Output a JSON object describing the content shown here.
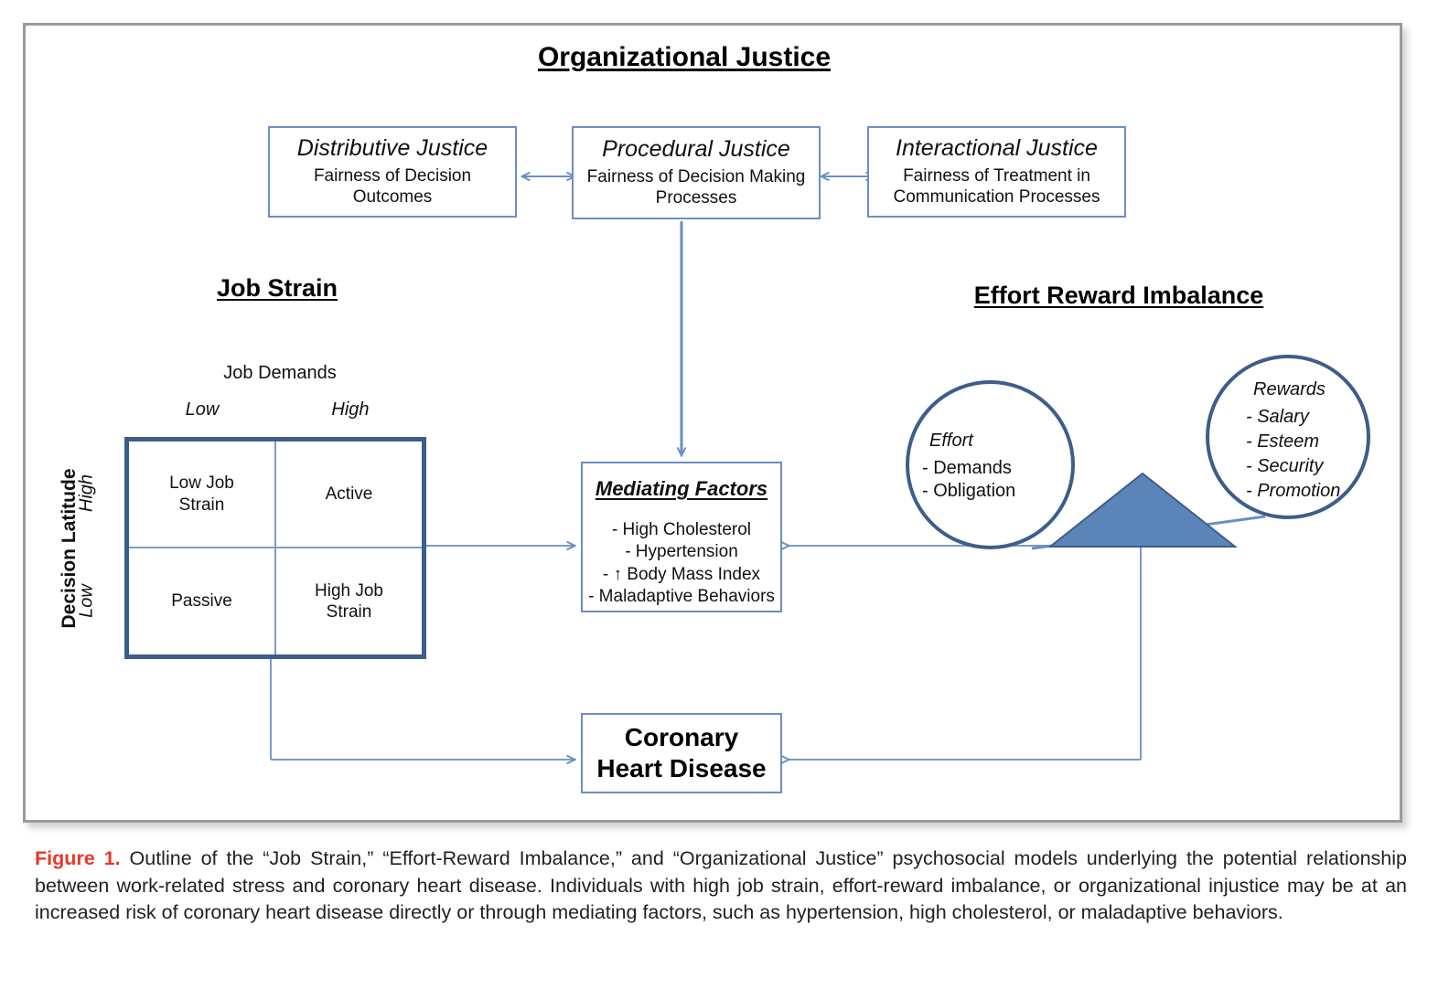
{
  "figure": {
    "caption_label": "Figure 1.",
    "caption_text": " Outline of the “Job Strain,” “Effort-Reward Imbalance,” and “Organizational Justice” psychosocial models underlying the potential relationship between work-related stress and coronary heart disease. Individuals with high job strain, effort-reward imbalance, or organizational injustice may be at an increased risk of coronary heart disease directly or through mediating factors, such as hypertension, high cholesterol, or maladaptive behaviors."
  },
  "organizational_justice": {
    "title": "Organizational Justice",
    "boxes": [
      {
        "heading": "Distributive Justice",
        "subtitle_line1": "Fairness of Decision",
        "subtitle_line2": "Outcomes"
      },
      {
        "heading": "Procedural Justice",
        "subtitle_line1": "Fairness of Decision Making",
        "subtitle_line2": "Processes"
      },
      {
        "heading": "Interactional Justice",
        "subtitle_line1": "Fairness of Treatment in",
        "subtitle_line2": "Communication Processes"
      }
    ]
  },
  "job_strain": {
    "title": "Job Strain",
    "x_axis_title": "Job Demands",
    "x_axis_labels": [
      "Low",
      "High"
    ],
    "y_axis_title": "Decision Latitude",
    "y_axis_labels": [
      "High",
      "Low"
    ],
    "cells": {
      "high_latitude_low_demand": "Low Job\nStrain",
      "high_latitude_low_demand_l1": "Low Job",
      "high_latitude_low_demand_l2": "Strain",
      "high_latitude_high_demand": "Active",
      "low_latitude_low_demand": "Passive",
      "low_latitude_high_demand_l1": "High Job",
      "low_latitude_high_demand_l2": "Strain"
    }
  },
  "effort_reward": {
    "title": "Effort Reward Imbalance",
    "effort": {
      "heading": "Effort",
      "items": [
        "- Demands",
        "- Obligation"
      ]
    },
    "rewards": {
      "heading": "Rewards",
      "items": [
        "- Salary",
        "- Esteem",
        "- Security",
        "- Promotion"
      ]
    }
  },
  "mediating_factors": {
    "heading": "Mediating Factors",
    "items": [
      "- High Cholesterol",
      "- Hypertension",
      "- ↑ Body Mass Index",
      "- Maladaptive Behaviors"
    ]
  },
  "outcome": {
    "line1": "Coronary",
    "line2": "Heart Disease"
  },
  "colors": {
    "box_border": "#6a8fc4",
    "matrix_border": "#3d5d8a",
    "circle_border": "#3d5d8a",
    "triangle_fill": "#5b84b8",
    "connector": "#6a8fc4",
    "frame_border": "#9a9a9e",
    "figure_number": "#e8372b"
  }
}
